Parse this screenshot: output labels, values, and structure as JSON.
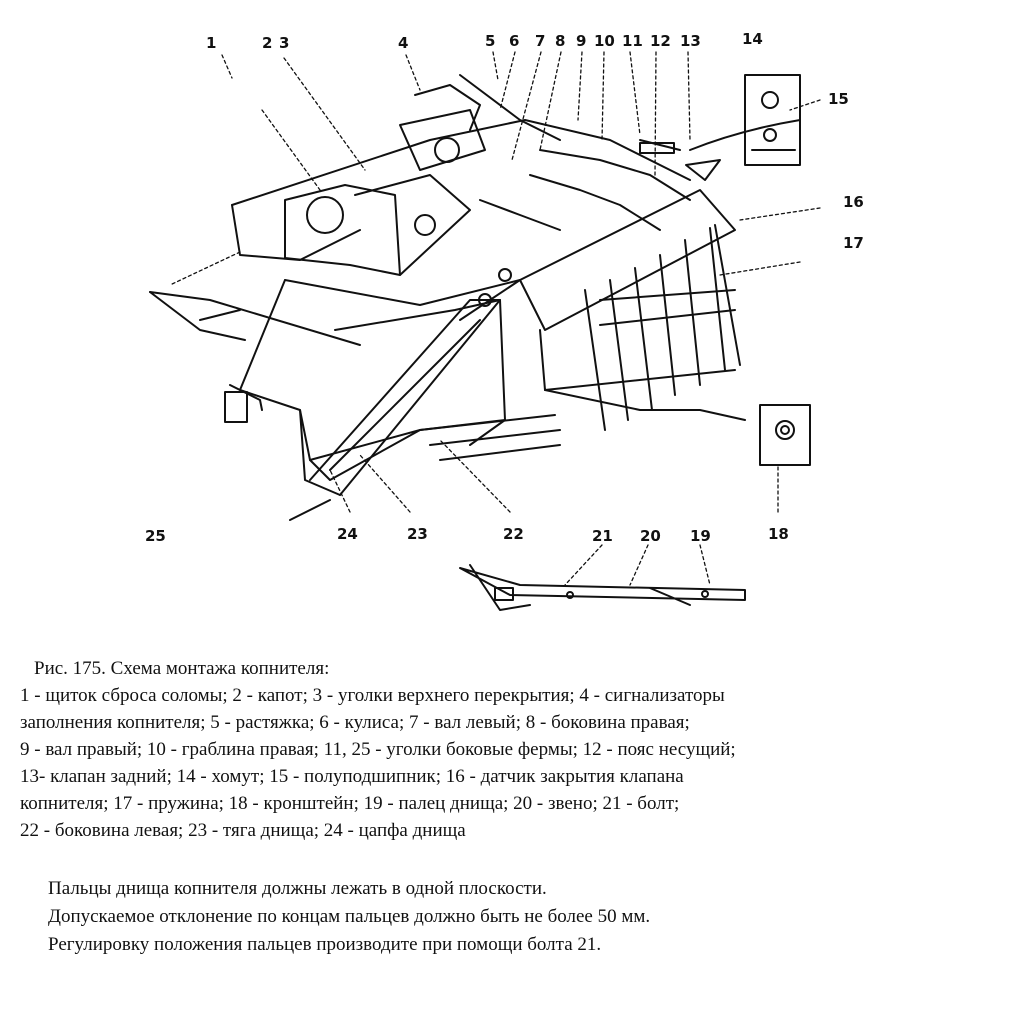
{
  "diagram": {
    "callouts": [
      {
        "id": "c1",
        "label": "1"
      },
      {
        "id": "c2",
        "label": "2"
      },
      {
        "id": "c3",
        "label": "3"
      },
      {
        "id": "c4",
        "label": "4"
      },
      {
        "id": "c5",
        "label": "5"
      },
      {
        "id": "c6",
        "label": "6"
      },
      {
        "id": "c7",
        "label": "7"
      },
      {
        "id": "c8",
        "label": "8"
      },
      {
        "id": "c9",
        "label": "9"
      },
      {
        "id": "c10",
        "label": "10"
      },
      {
        "id": "c11",
        "label": "11"
      },
      {
        "id": "c12",
        "label": "12"
      },
      {
        "id": "c13",
        "label": "13"
      },
      {
        "id": "c14",
        "label": "14"
      },
      {
        "id": "c15",
        "label": "15"
      },
      {
        "id": "c16",
        "label": "16"
      },
      {
        "id": "c17",
        "label": "17"
      },
      {
        "id": "c18",
        "label": "18"
      },
      {
        "id": "c19",
        "label": "19"
      },
      {
        "id": "c20",
        "label": "20"
      },
      {
        "id": "c21",
        "label": "21"
      },
      {
        "id": "c22",
        "label": "22"
      },
      {
        "id": "c23",
        "label": "23"
      },
      {
        "id": "c24",
        "label": "24"
      },
      {
        "id": "c25",
        "label": "25"
      }
    ]
  },
  "caption": {
    "title": "Рис. 175. Схема монтажа копнителя:",
    "lines": [
      "1 - щиток сброса соломы; 2 - капот; 3 - уголки верхнего перекрытия; 4 - сигнализаторы",
      "заполнения копнителя; 5 - растяжка; 6 - кулиса; 7 - вал левый; 8 - боковина правая;",
      " 9 - вал правый; 10 - граблина правая; 11, 25 - уголки боковые фермы; 12 - пояс несущий;",
      "13- клапан задний; 14 - хомут; 15 - полуподшипник; 16 - датчик закрытия клапана",
      "копнителя; 17 - пружина; 18 - кронштейн; 19 - палец днища; 20 - звено; 21 - болт;",
      "22 - боковина левая; 23 - тяга днища; 24 - цапфа днища"
    ]
  },
  "note": {
    "lines": [
      "Пальцы днища копнителя должны лежать в одной плоскости.",
      "Допускаемое отклонение по концам пальцев должно быть не более 50 мм.",
      "Регулировку положения пальцев производите при помощи болта 21."
    ]
  }
}
